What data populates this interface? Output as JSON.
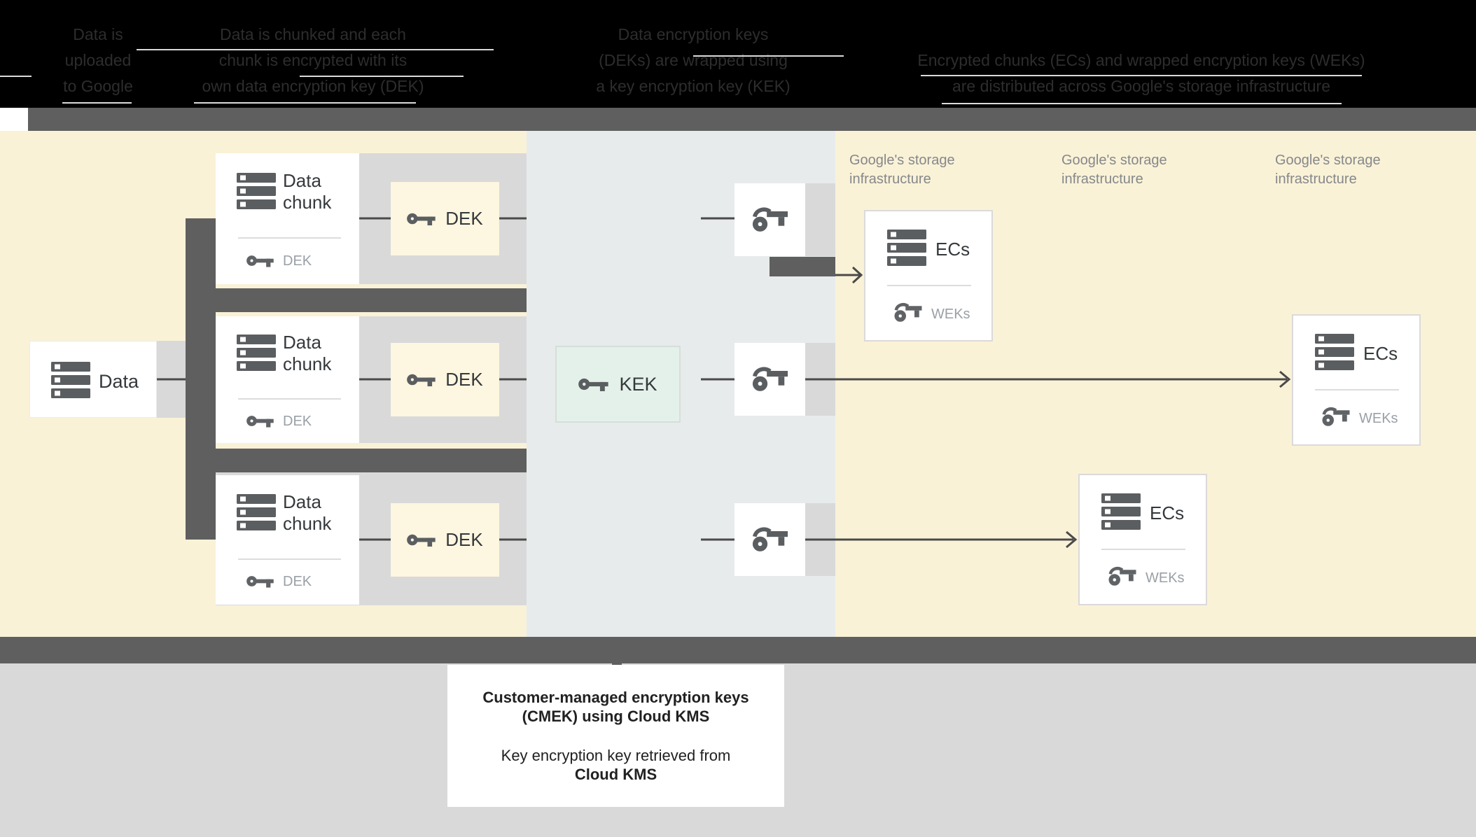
{
  "header": {
    "captions": [
      {
        "lines": [
          "Data is",
          "uploaded",
          "to Google"
        ]
      },
      {
        "lines": [
          "Data is chunked and each",
          "chunk is encrypted with its",
          "own data encryption key (DEK)"
        ]
      },
      {
        "lines": [
          "Data encryption keys",
          "(DEKs) are wrapped using",
          "a key encryption key (KEK)"
        ]
      },
      {
        "lines": [
          "Encrypted chunks (ECs) and wrapped encryption keys (WEKs)",
          "are distributed across Google's storage infrastructure"
        ]
      }
    ]
  },
  "diagram": {
    "data_box": {
      "label": "Data"
    },
    "chunks": [
      {
        "line1": "Data",
        "line2": "chunk",
        "key_label": "DEK"
      },
      {
        "line1": "Data",
        "line2": "chunk",
        "key_label": "DEK"
      },
      {
        "line1": "Data",
        "line2": "chunk",
        "key_label": "DEK"
      }
    ],
    "dek_boxes": [
      "DEK",
      "DEK",
      "DEK"
    ],
    "kek_box": {
      "label": "KEK"
    },
    "storage_label": {
      "line1": "Google's storage",
      "line2": "infrastructure"
    },
    "ecs_boxes": [
      {
        "title": "ECs",
        "key_label": "WEKs"
      },
      {
        "title": "ECs",
        "key_label": "WEKs"
      },
      {
        "title": "ECs",
        "key_label": "WEKs"
      }
    ]
  },
  "caption_box": {
    "line1": "Customer-managed encryption keys",
    "line2": "(CMEK) using Cloud KMS",
    "line3": "Key encryption key retrieved from",
    "line4": "Cloud KMS"
  },
  "colors": {
    "header_bg": "#000000",
    "header_text": "#2d2d2d",
    "divider_dark": "#5f5f5f",
    "zone_yellow": "#faf2d7",
    "zone_kms": "#e7ebec",
    "row_band": "#d9d9d9",
    "dek_box_fill": "#fdf6e0",
    "kek_box_fill": "#e4f1ea",
    "icon_gray": "#5b5e61",
    "text_dark": "#35393c",
    "text_gray": "#9aa0a6",
    "storage_label_text": "#85888b",
    "connector_line": "#4a4a4a",
    "bottom_bg": "#d9d9d9"
  }
}
